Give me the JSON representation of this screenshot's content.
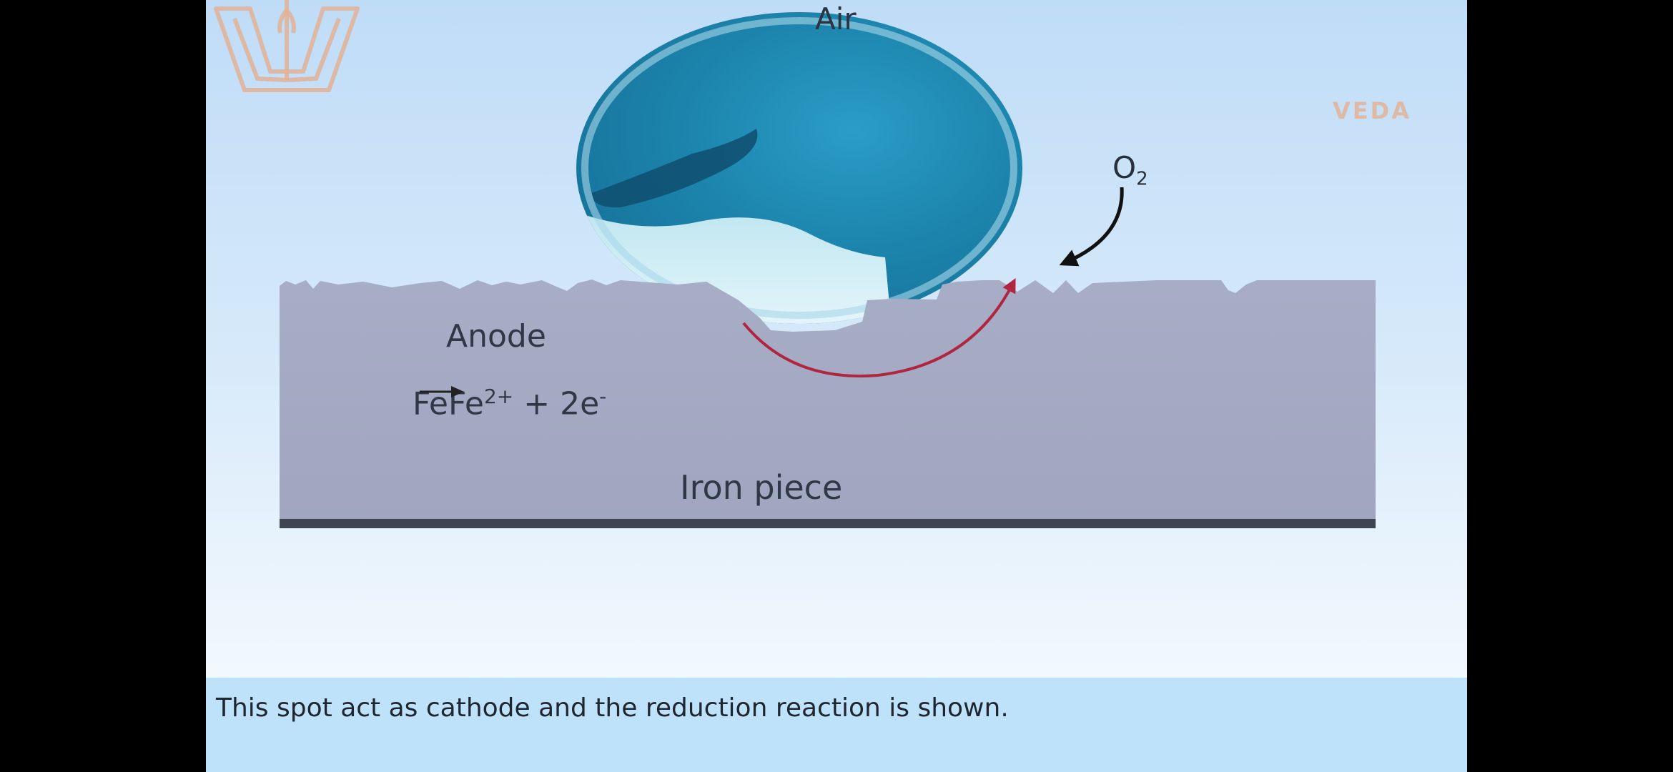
{
  "labels": {
    "air": "Air",
    "anode": "Anode",
    "equation": {
      "reactant": "Fe",
      "product_base": "Fe",
      "product_charge": "2+",
      "plus_electrons": " + 2e",
      "electron_charge": "-"
    },
    "iron_piece": "Iron piece",
    "oxygen": {
      "base": "O",
      "subscript": "2"
    }
  },
  "caption": "This spot act as cathode and the reduction reaction is shown.",
  "logo": {
    "text": "VEDA"
  },
  "colors": {
    "background_top": "#bfdcf7",
    "background_bottom": "#f6fbff",
    "iron": "#a4a9c4",
    "iron_base": "#3d4550",
    "droplet": "#1f85ad",
    "electron_arrow": "#b0263e",
    "oxygen_arrow": "#111111",
    "caption_bar": "#bfe2fb",
    "logo": "#e2b296"
  }
}
